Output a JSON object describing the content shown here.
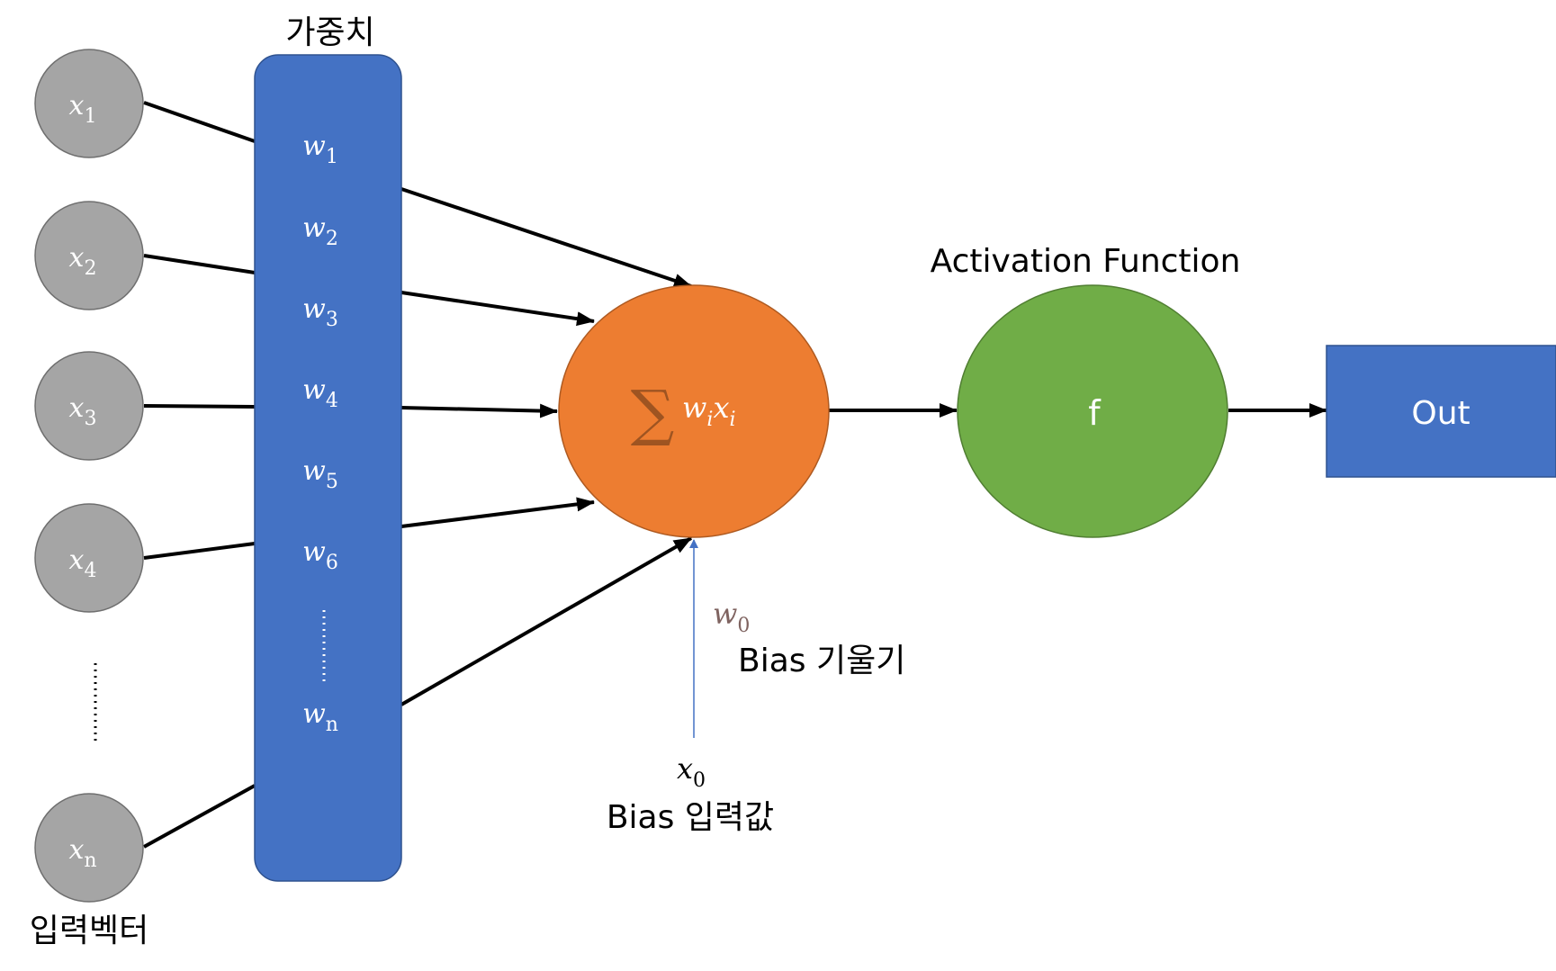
{
  "titles": {
    "weights": "가중치",
    "activation": "Activation Function",
    "input_vector": "입력벡터"
  },
  "inputs": [
    {
      "base": "x",
      "sub": "1"
    },
    {
      "base": "x",
      "sub": "2"
    },
    {
      "base": "x",
      "sub": "3"
    },
    {
      "base": "x",
      "sub": "4"
    },
    {
      "base": "x",
      "sub": "n"
    }
  ],
  "weights": [
    {
      "base": "w",
      "sub": "1"
    },
    {
      "base": "w",
      "sub": "2"
    },
    {
      "base": "w",
      "sub": "3"
    },
    {
      "base": "w",
      "sub": "4"
    },
    {
      "base": "w",
      "sub": "5"
    },
    {
      "base": "w",
      "sub": "6"
    },
    {
      "base": "w",
      "sub": "n"
    }
  ],
  "sum_node": {
    "sigma": "∑",
    "w": "w",
    "w_sub": "i",
    "x": "x",
    "x_sub": "i"
  },
  "bias": {
    "weight_base": "w",
    "weight_sub": "0",
    "weight_label": "Bias 기울기",
    "input_base": "x",
    "input_sub": "0",
    "input_label": "Bias 입력값"
  },
  "activation_node": {
    "label": "f"
  },
  "output": {
    "label": "Out"
  },
  "colors": {
    "input_node": "#a5a5a5",
    "weight_panel": "#4472c4",
    "sum_node": "#ed7d31",
    "activation_node": "#70ad47",
    "output_box": "#4472c4",
    "arrow": "#000000",
    "bias_arrow": "#4472c4",
    "bias_weight_text": "#7f6360"
  }
}
